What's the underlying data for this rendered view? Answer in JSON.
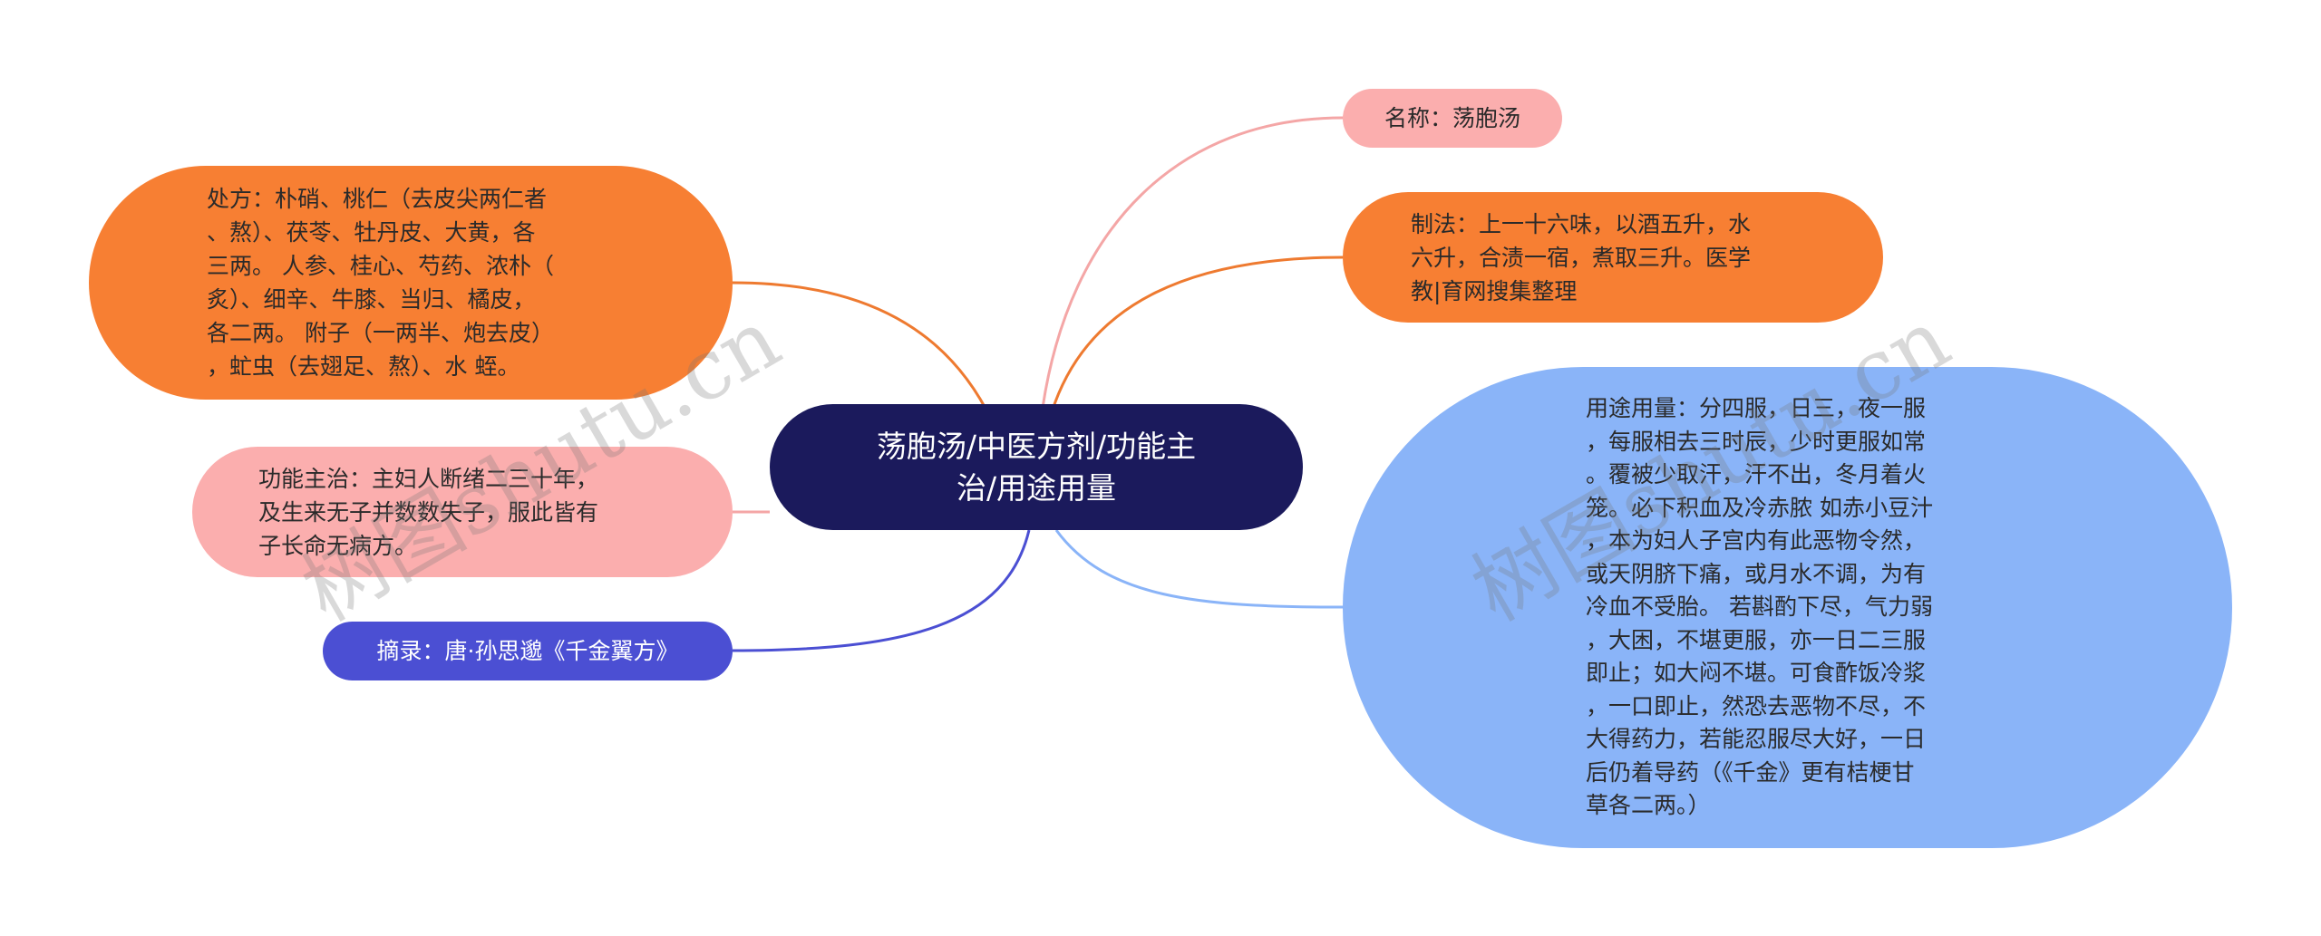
{
  "center": {
    "lines": [
      "荡胞汤/中医方剂/功能主",
      "治/用途用量"
    ]
  },
  "nodes": {
    "chufang": {
      "lines": [
        "处方：朴硝、桃仁（去皮尖两仁者",
        "、熬）、茯苓、牡丹皮、大黄，各",
        "三两。 人参、桂心、芍药、浓朴（",
        "炙）、细辛、牛膝、当归、橘皮，",
        "各二两。 附子（一两半、炮去皮）",
        "，虻虫（去翅足、熬）、水 蛭。"
      ],
      "color": "#f77f33"
    },
    "gongneng": {
      "lines": [
        "功能主治：主妇人断绪二三十年，",
        "及生来无子并数数失子，服此皆有",
        "子长命无病方。"
      ],
      "color": "#fbaeae"
    },
    "zhailu": {
      "lines": [
        "摘录：唐·孙思邈《千金翼方》"
      ],
      "color": "#4b4fd3"
    },
    "mingcheng": {
      "lines": [
        "名称：荡胞汤"
      ],
      "color": "#fbaeae"
    },
    "zhifa": {
      "lines": [
        "制法：上一十六味，以酒五升，水",
        "六升，合渍一宿，煮取三升。医学",
        "教|育网搜集整理"
      ],
      "color": "#f77f33"
    },
    "yongtu": {
      "lines": [
        "用途用量：分四服，日三，夜一服",
        "，每服相去三时辰，少时更服如常",
        "。覆被少取汗，汗不出，冬月着火",
        "笼。必下积血及冷赤脓 如赤小豆汁",
        "，本为妇人子宫内有此恶物令然，",
        "或天阴脐下痛，或月水不调，为有",
        "冷血不受胎。 若斟酌下尽，气力弱",
        "，大困，不堪更服，亦一日二三服",
        "即止；如大闷不堪。可食酢饭冷浆",
        "，一口即止，然恐去恶物不尽，不",
        "大得药力，若能忍服尽大好，一日",
        "后仍着导药（《千金》更有桔梗甘",
        "草各二两。）"
      ],
      "color": "#8ab4f8"
    }
  },
  "center_color": "#1b1a5c",
  "watermark": "树图shutu.cn"
}
